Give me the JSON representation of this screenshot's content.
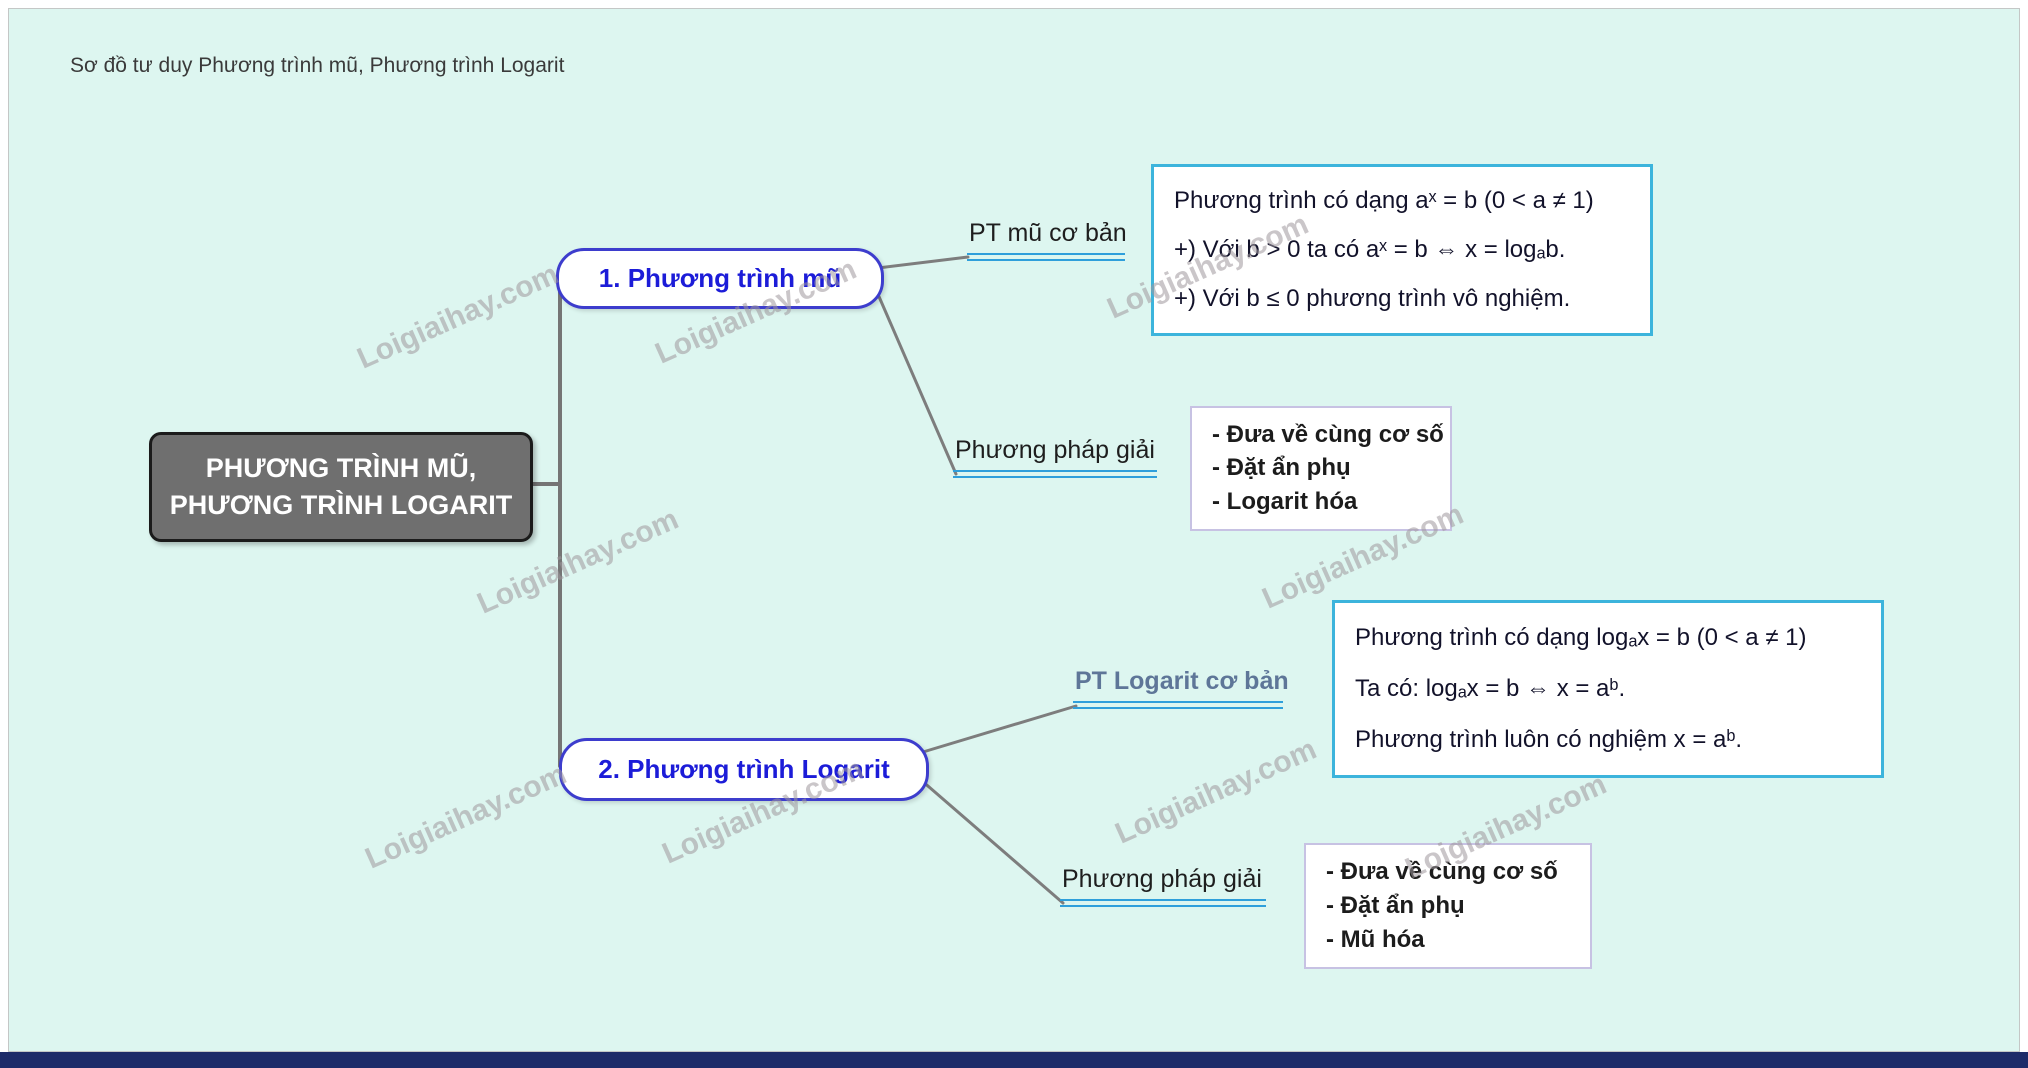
{
  "caption": "Sơ đồ tư duy Phương trình mũ, Phương trình Logarit",
  "watermark_text": "Loigiaihay.com",
  "colors": {
    "background": "#ddf6f0",
    "root_fill": "#6f6f6f",
    "accent_blue": "#1c1cd8",
    "branch_line_cyan": "#2f9fdb",
    "box_cyan_border": "#3cb4dc",
    "box_purple_border": "#c7c2e3",
    "footer_bar": "#1d2b69"
  },
  "root": {
    "line1": "PHƯƠNG TRÌNH MŨ,",
    "line2": "PHƯƠNG TRÌNH LOGARIT"
  },
  "branch_exp": {
    "label": "1. Phương trình mũ",
    "children": {
      "basic": {
        "label": "PT mũ cơ bản",
        "lines": [
          "Phương trình có dạng aˣ = b (0 < a ≠ 1)",
          "+) Với b > 0 ta có aˣ = b ⇔ x = logₐb.",
          "+) Với b ≤ 0 phương trình vô nghiệm."
        ]
      },
      "method": {
        "label": "Phương pháp giải",
        "lines": [
          "- Đưa về cùng cơ số",
          "- Đặt ẩn phụ",
          "- Logarit hóa"
        ]
      }
    }
  },
  "branch_log": {
    "label": "2. Phương trình Logarit",
    "children": {
      "basic": {
        "label": "PT Logarit cơ bản",
        "lines": [
          "Phương trình có dạng logₐx = b (0 < a ≠ 1)",
          "Ta có: logₐx = b ⇔ x = aᵇ.",
          "Phương trình luôn có nghiệm x = aᵇ."
        ]
      },
      "method": {
        "label": "Phương pháp giải",
        "lines": [
          "- Đưa về cùng cơ số",
          "- Đặt ẩn phụ",
          "- Mũ hóa"
        ]
      }
    }
  }
}
